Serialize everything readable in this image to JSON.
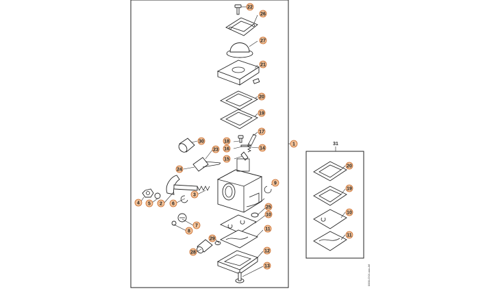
{
  "diagram": {
    "main_assembly_callout": "1",
    "kit_title": "31",
    "drawing_code": "0000-GXX-xxx-A6",
    "parts": {
      "p2": "2",
      "p3": "3",
      "p4": "4",
      "p5": "5",
      "p6": "6",
      "p7": "7",
      "p8": "8",
      "p9": "9",
      "p10": "10",
      "p11": "11",
      "p12": "12",
      "p13": "13",
      "p14": "14",
      "p15": "15",
      "p16": "16",
      "p17": "17",
      "p18": "18",
      "p19": "19",
      "p20": "20",
      "p21": "21",
      "p22": "22",
      "p23": "23",
      "p24": "24",
      "p25": "25",
      "p26": "26",
      "p27": "27",
      "p28": "28",
      "p29": "29",
      "p30": "30"
    },
    "kit_parts": {
      "k20": "20",
      "k19": "19",
      "k10": "10",
      "k11": "11"
    },
    "colors": {
      "callout_fill": "#f3c39a",
      "callout_stroke": "#c86a2a",
      "line": "#222222"
    }
  }
}
